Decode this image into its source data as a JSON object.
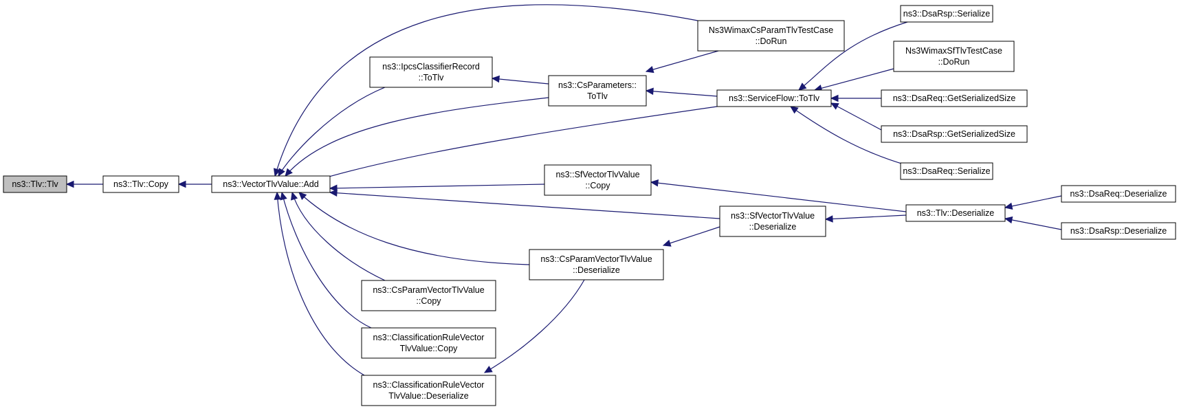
{
  "graph": {
    "nodes": [
      {
        "id": "tlv_tlv",
        "lines": [
          "ns3::Tlv::Tlv"
        ],
        "highlighted": true
      },
      {
        "id": "tlv_copy",
        "lines": [
          "ns3::Tlv::Copy"
        ]
      },
      {
        "id": "vector_add",
        "lines": [
          "ns3::VectorTlvValue::Add"
        ]
      },
      {
        "id": "ipcs_totlv",
        "lines": [
          "ns3::IpcsClassifierRecord",
          "::ToTlv"
        ]
      },
      {
        "id": "csparams_totlv",
        "lines": [
          "ns3::CsParameters::",
          "ToTlv"
        ]
      },
      {
        "id": "wimax_cs_dorun",
        "lines": [
          "Ns3WimaxCsParamTlvTestCase",
          "::DoRun"
        ]
      },
      {
        "id": "sf_totlv",
        "lines": [
          "ns3::ServiceFlow::ToTlv"
        ]
      },
      {
        "id": "dsarsp_serialize",
        "lines": [
          "ns3::DsaRsp::Serialize"
        ]
      },
      {
        "id": "wimax_sf_dorun",
        "lines": [
          "Ns3WimaxSfTlvTestCase",
          "::DoRun"
        ]
      },
      {
        "id": "dsareq_getsize",
        "lines": [
          "ns3::DsaReq::GetSerializedSize"
        ]
      },
      {
        "id": "dsarsp_getsize",
        "lines": [
          "ns3::DsaRsp::GetSerializedSize"
        ]
      },
      {
        "id": "dsareq_serialize",
        "lines": [
          "ns3::DsaReq::Serialize"
        ]
      },
      {
        "id": "sfvector_copy",
        "lines": [
          "ns3::SfVectorTlvValue",
          "::Copy"
        ]
      },
      {
        "id": "tlv_deserialize",
        "lines": [
          "ns3::Tlv::Deserialize"
        ]
      },
      {
        "id": "dsareq_deserialize",
        "lines": [
          "ns3::DsaReq::Deserialize"
        ]
      },
      {
        "id": "dsarsp_deserialize",
        "lines": [
          "ns3::DsaRsp::Deserialize"
        ]
      },
      {
        "id": "sfvector_deserialize",
        "lines": [
          "ns3::SfVectorTlvValue",
          "::Deserialize"
        ]
      },
      {
        "id": "csparamvector_deserialize",
        "lines": [
          "ns3::CsParamVectorTlvValue",
          "::Deserialize"
        ]
      },
      {
        "id": "csparamvector_copy",
        "lines": [
          "ns3::CsParamVectorTlvValue",
          "::Copy"
        ]
      },
      {
        "id": "classrule_copy",
        "lines": [
          "ns3::ClassificationRuleVector",
          "TlvValue::Copy"
        ]
      },
      {
        "id": "classrule_deserialize",
        "lines": [
          "ns3::ClassificationRuleVector",
          "TlvValue::Deserialize"
        ]
      }
    ],
    "edges": [
      {
        "from": "tlv_copy",
        "to": "tlv_tlv"
      },
      {
        "from": "vector_add",
        "to": "tlv_copy"
      },
      {
        "from": "ipcs_totlv",
        "to": "vector_add"
      },
      {
        "from": "csparams_totlv",
        "to": "vector_add"
      },
      {
        "from": "wimax_cs_dorun",
        "to": "vector_add"
      },
      {
        "from": "sf_totlv",
        "to": "vector_add"
      },
      {
        "from": "sfvector_copy",
        "to": "vector_add"
      },
      {
        "from": "sfvector_deserialize",
        "to": "vector_add"
      },
      {
        "from": "csparamvector_deserialize",
        "to": "vector_add"
      },
      {
        "from": "csparamvector_copy",
        "to": "vector_add"
      },
      {
        "from": "classrule_copy",
        "to": "vector_add"
      },
      {
        "from": "classrule_deserialize",
        "to": "vector_add"
      },
      {
        "from": "csparams_totlv",
        "to": "ipcs_totlv"
      },
      {
        "from": "wimax_cs_dorun",
        "to": "csparams_totlv"
      },
      {
        "from": "sf_totlv",
        "to": "csparams_totlv"
      },
      {
        "from": "dsarsp_serialize",
        "to": "sf_totlv"
      },
      {
        "from": "wimax_sf_dorun",
        "to": "sf_totlv"
      },
      {
        "from": "dsareq_getsize",
        "to": "sf_totlv"
      },
      {
        "from": "dsarsp_getsize",
        "to": "sf_totlv"
      },
      {
        "from": "dsareq_serialize",
        "to": "sf_totlv"
      },
      {
        "from": "tlv_deserialize",
        "to": "sfvector_copy"
      },
      {
        "from": "tlv_deserialize",
        "to": "sfvector_deserialize"
      },
      {
        "from": "dsareq_deserialize",
        "to": "tlv_deserialize"
      },
      {
        "from": "dsarsp_deserialize",
        "to": "tlv_deserialize"
      },
      {
        "from": "sfvector_deserialize",
        "to": "csparamvector_deserialize"
      },
      {
        "from": "csparamvector_deserialize",
        "to": "classrule_deserialize"
      }
    ]
  },
  "colors": {
    "edge": "#191970",
    "node_border": "#000000",
    "node_fill": "#ffffff",
    "highlight_fill": "#bfbfbf",
    "background": "#ffffff"
  }
}
